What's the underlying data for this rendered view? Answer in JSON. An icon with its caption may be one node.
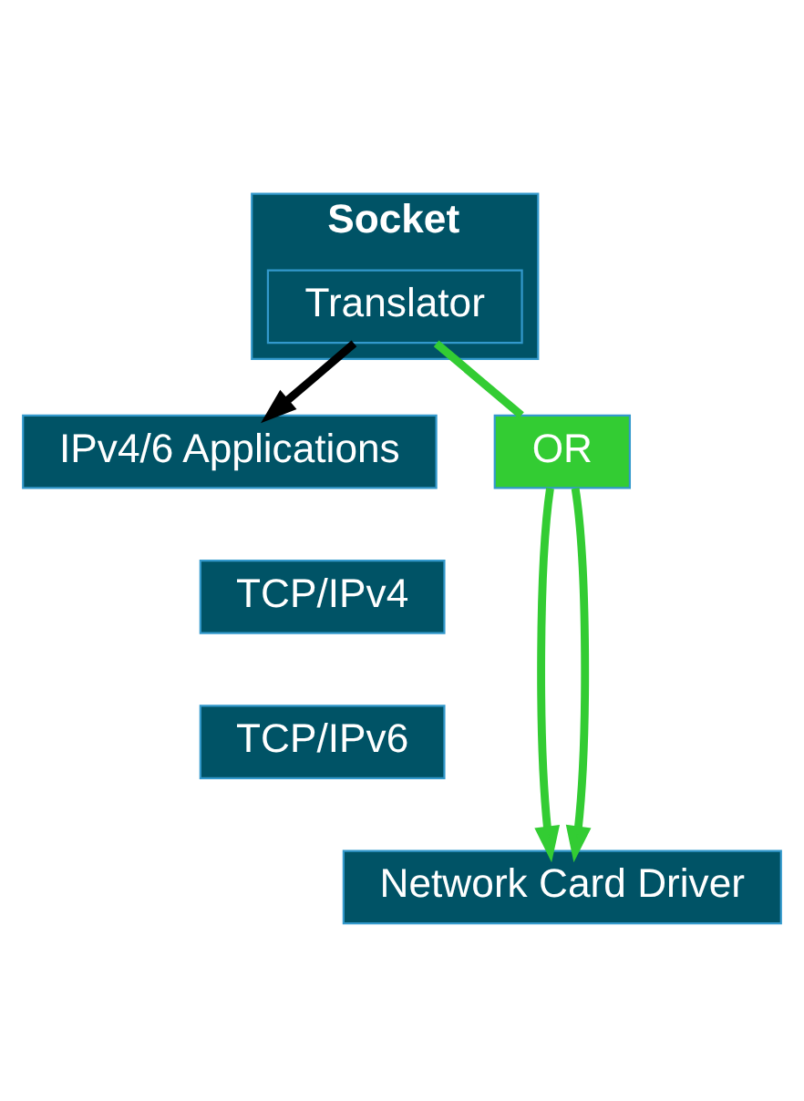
{
  "diagram": {
    "nodes": [
      {
        "text": [
          "IPv4/6 Applications"
        ]
      },
      {
        "text": [
          "Socket"
        ]
      },
      {
        "text": [
          "Translator"
        ],
        "in": 1
      },
      {
        "text": [
          "OR"
        ]
      },
      {
        "text": [
          "TCP/IPv4"
        ]
      },
      {
        "text": [
          "TCP/IPv6"
        ]
      },
      {
        "text": [
          "Network Card Driver"
        ]
      }
    ],
    "edges": [
      {
        "from": 2,
        "to": 0,
        "arrow": "to",
        "color": "#000000"
      },
      {
        "from": 2,
        "to": 3,
        "arrow": "none"
      },
      {
        "from": 3,
        "to": 6,
        "arrow": "to"
      },
      {
        "from": 3,
        "to": 6,
        "arrow": "to"
      }
    ]
  }
}
